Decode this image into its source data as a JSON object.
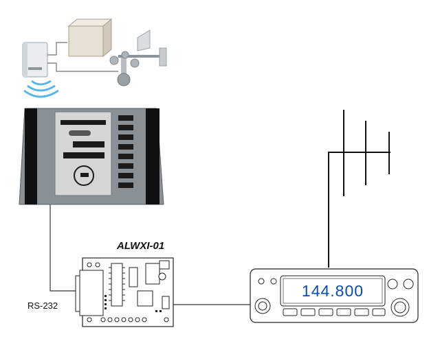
{
  "labels": {
    "board": "ALWXI-01",
    "port": "RS-232"
  },
  "radio": {
    "frequency": "144.800"
  }
}
